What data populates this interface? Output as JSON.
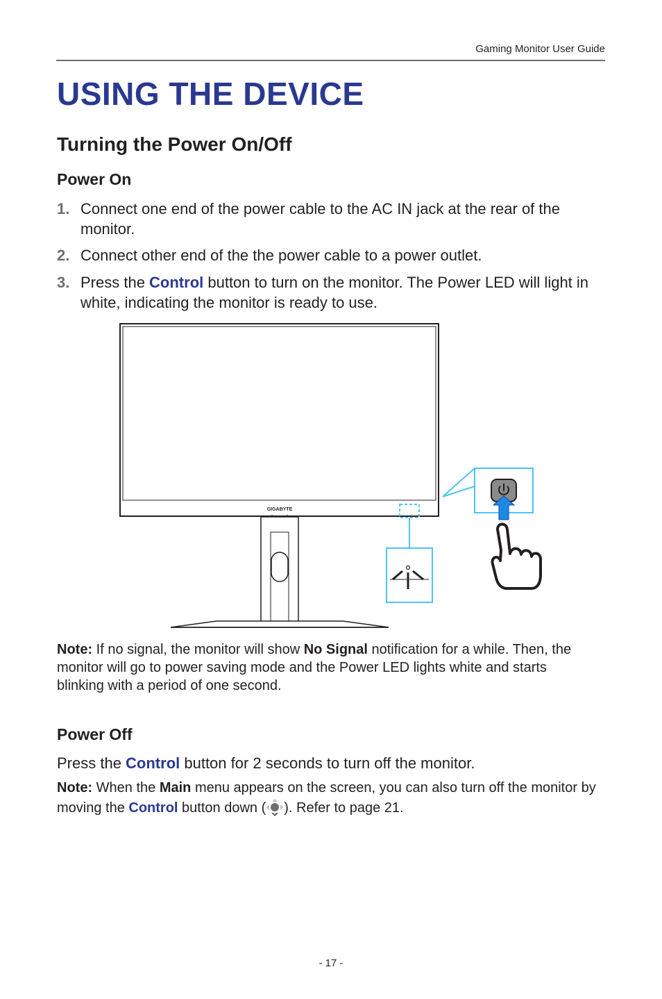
{
  "header": {
    "guide_label": "Gaming Monitor User Guide"
  },
  "page_title": "USING THE DEVICE",
  "section": {
    "title": "Turning the Power On/Off",
    "power_on": {
      "title": "Power On",
      "steps": [
        {
          "num": "1.",
          "text": "Connect one end of the power cable to the AC IN jack at the rear of the monitor."
        },
        {
          "num": "2.",
          "text": "Connect other end of the the power cable to a power outlet."
        },
        {
          "num": "3.",
          "pre": "Press the ",
          "kw": "Control",
          "post": " button to turn on the monitor. The Power LED will light in white, indicating the monitor is ready to use."
        }
      ]
    },
    "figure": {
      "brand_logo": "GIGABYTE",
      "power_icon": "power-icon",
      "hand_icon": "pointing-hand-icon"
    },
    "note1": {
      "label": "Note:",
      "pre": " If no signal, the monitor will show ",
      "bold": "No Signal",
      "post": " notification for a while. Then, the monitor will go to power saving mode and the Power LED lights white and starts blinking with a period of one second."
    },
    "power_off": {
      "title": "Power Off",
      "pre": "Press the ",
      "kw": "Control",
      "post": " button for 2 seconds to turn off the monitor.",
      "note": {
        "label": "Note:",
        "pre": " When the ",
        "bold": "Main",
        "mid": " menu appears on the screen, you can also turn off the monitor by moving the ",
        "kw": "Control",
        "post_a": " button down (",
        "icon": "joystick-down-icon",
        "post_b": "). Refer to page 21."
      }
    }
  },
  "footer": {
    "page_number": "- 17 -"
  },
  "colors": {
    "accent": "#2a3990",
    "highlight": "#4fc3f7"
  }
}
